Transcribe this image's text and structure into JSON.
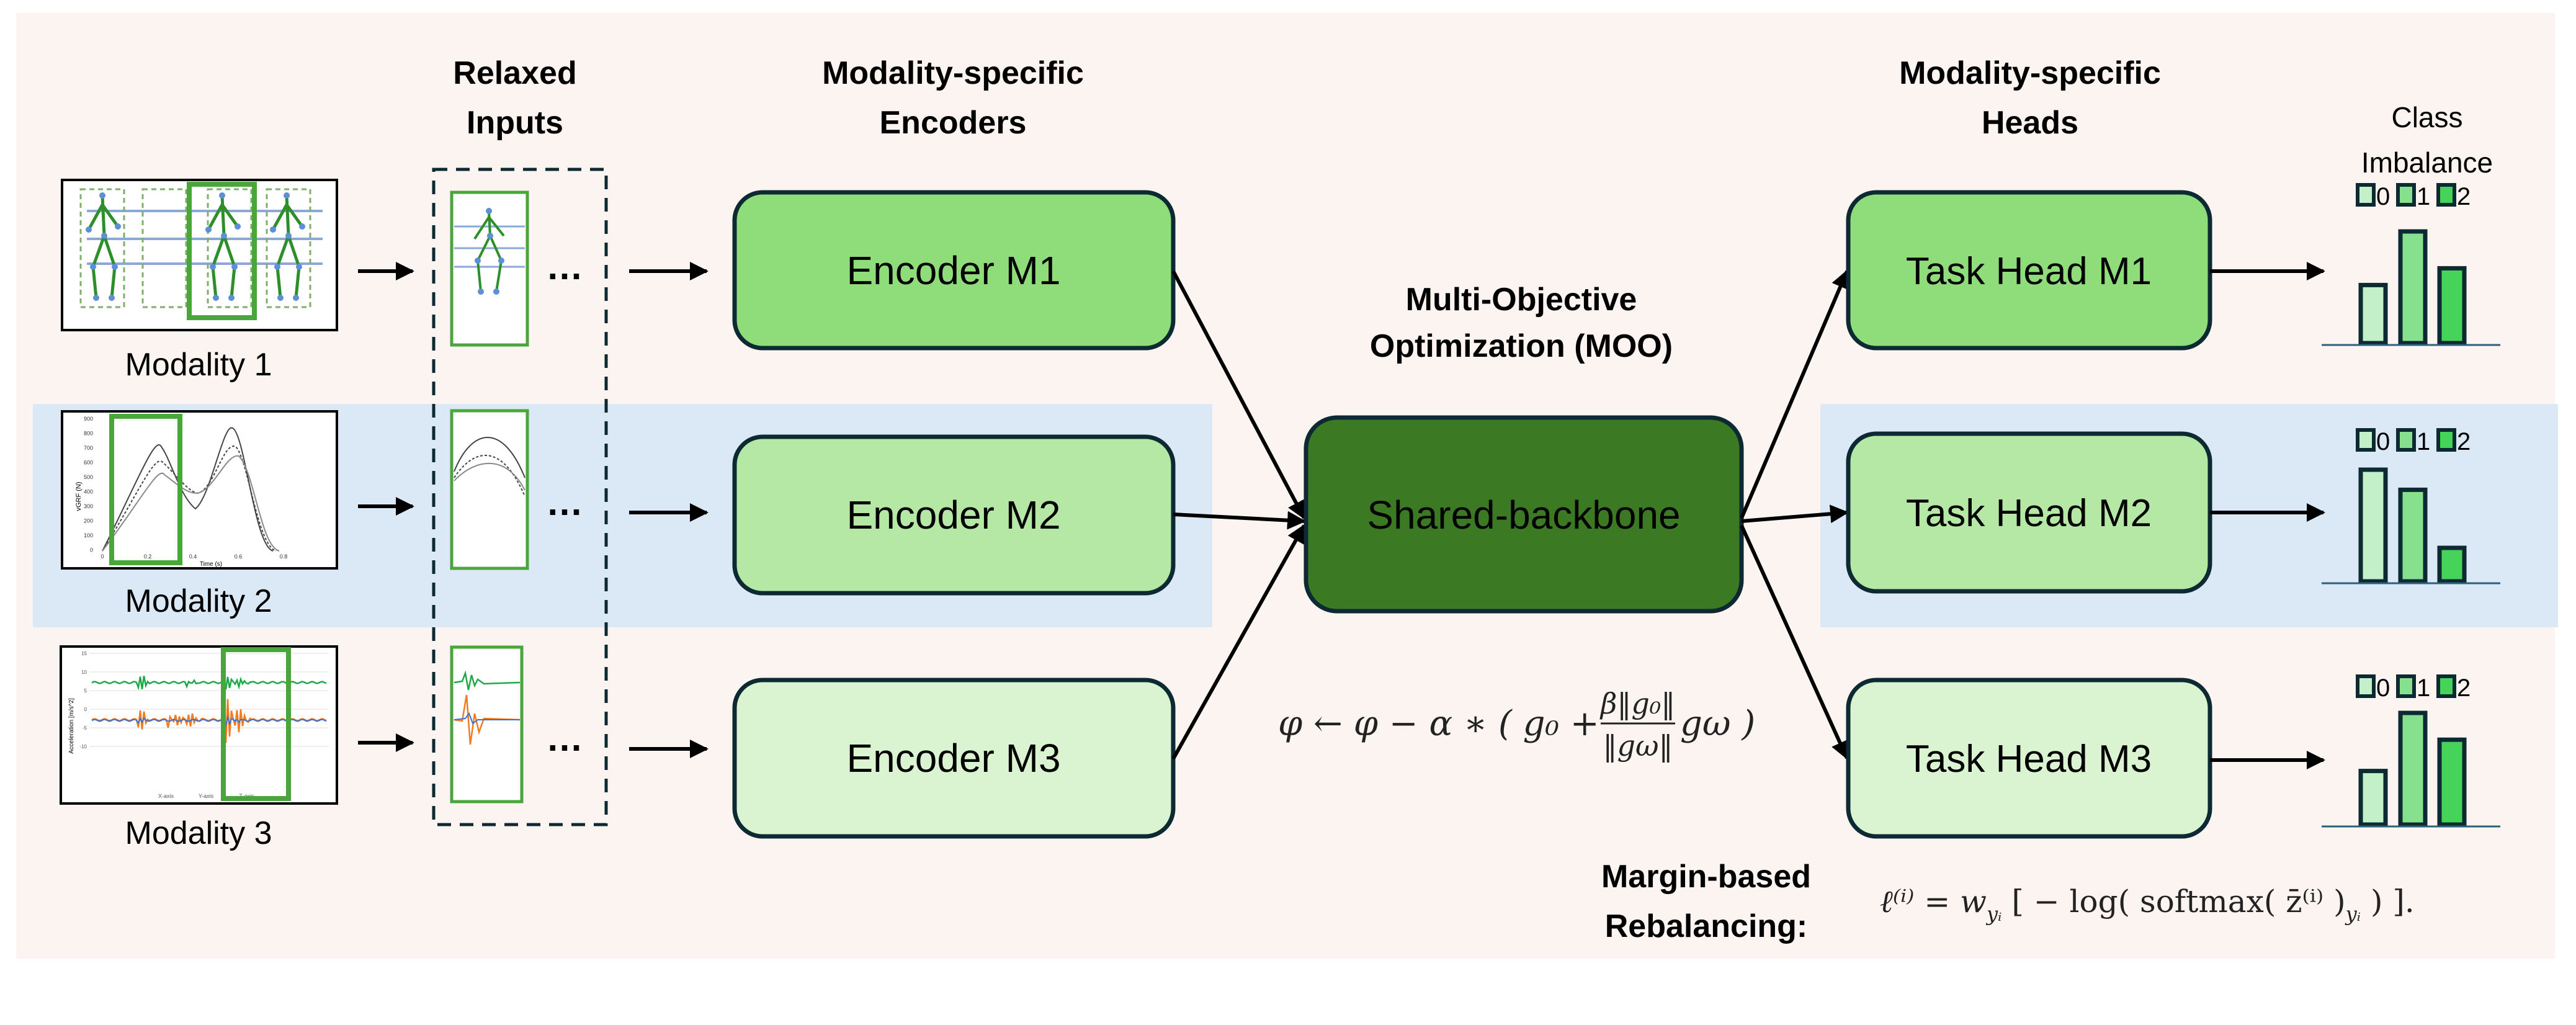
{
  "colors": {
    "panel_bg": "#fcf4f1",
    "band_bg": "#dbe8f5",
    "box_border": "#0d2a33",
    "encoder_m1": "#8fdc7b",
    "encoder_m2": "#b5e8a5",
    "encoder_m3": "#daf3d0",
    "backbone": "#3b7a22",
    "frame_green": "#4aa63a",
    "class_0": "#c3f0c8",
    "class_1": "#86e08e",
    "class_2": "#46d35a"
  },
  "headers": {
    "relaxed_inputs": [
      "Relaxed",
      "Inputs"
    ],
    "encoders": [
      "Modality-specific",
      "Encoders"
    ],
    "moo": [
      "Multi-Objective",
      "Optimization (MOO)"
    ],
    "heads": [
      "Modality-specific",
      "Heads"
    ],
    "class_imbalance": [
      "Class",
      "Imbalance"
    ],
    "rebalancing": [
      "Margin-based",
      "Rebalancing:"
    ]
  },
  "modalities": [
    {
      "label": "Modality 1",
      "kind": "skeleton-poses"
    },
    {
      "label": "Modality 2",
      "kind": "vgrf-curves",
      "ylabel": "vGRF (N)",
      "xlabel": "Time (s)",
      "yticks": [
        "900",
        "800",
        "700",
        "600",
        "500",
        "400",
        "300",
        "200",
        "100",
        "0"
      ],
      "xticks": [
        "0",
        "0.2",
        "0.4",
        "0.6",
        "0.8"
      ]
    },
    {
      "label": "Modality 3",
      "kind": "acceleration",
      "ylabel": "Acceleration [m/s^2]",
      "yticks": [
        "15",
        "10",
        "5",
        "0",
        "-5",
        "-10"
      ],
      "legend": [
        "X-axis",
        "Y-axis",
        "Z-axis"
      ]
    }
  ],
  "ellipsis": "…",
  "encoders": [
    "Encoder M1",
    "Encoder M2",
    "Encoder M3"
  ],
  "backbone": "Shared-backbone",
  "heads": [
    "Task Head M1",
    "Task Head M2",
    "Task Head M3"
  ],
  "class_legend": [
    "0",
    "1",
    "2"
  ],
  "class_bars": [
    [
      0.52,
      1.0,
      0.67
    ],
    [
      1.0,
      0.82,
      0.3
    ],
    [
      0.48,
      1.0,
      0.76
    ]
  ],
  "moo_formula": {
    "lhs": "φ ← φ − α ∗ ( g₀ +",
    "numerator": "β‖g₀‖",
    "denominator": "‖gω‖",
    "tail": "gω )"
  },
  "loss_formula": {
    "lhs": "ℓ⁽ⁱ⁾  =  w",
    "sub1": "yᵢ",
    "middle": " [ − log( softmax( z̄⁽ⁱ⁾ )",
    "sub2": "yᵢ",
    "end": " ) ]."
  }
}
